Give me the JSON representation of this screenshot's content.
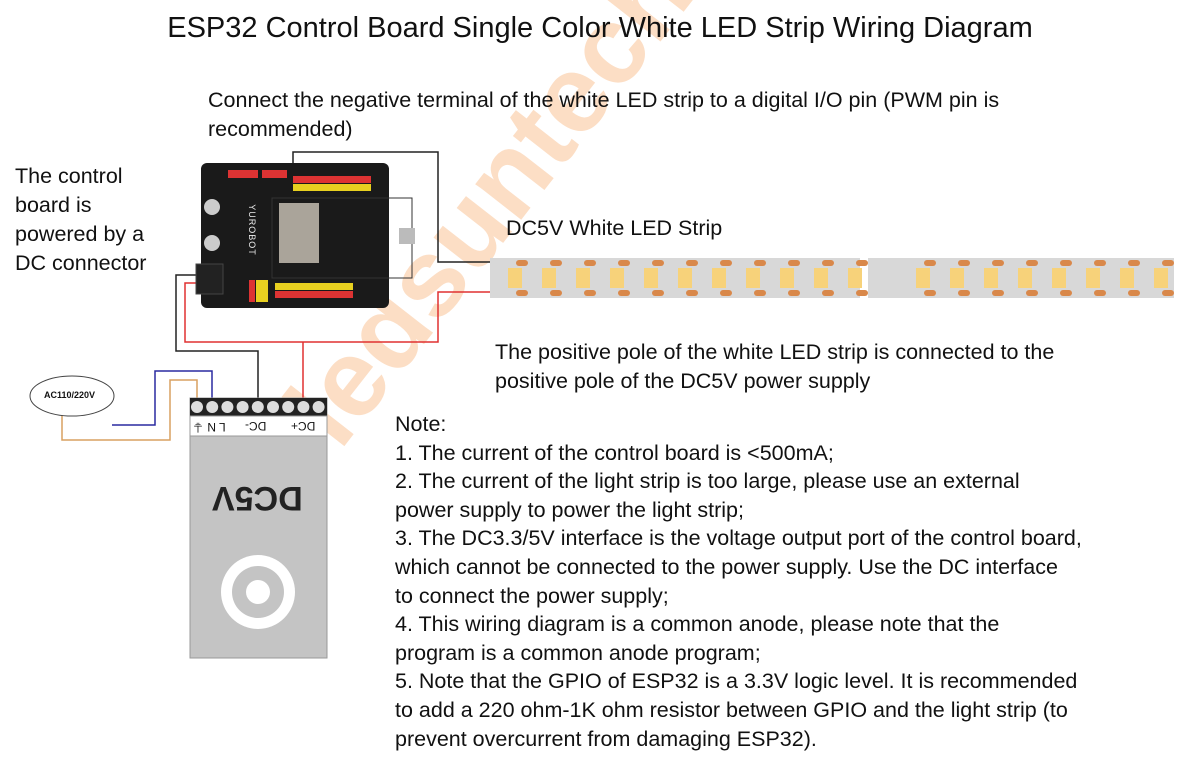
{
  "title": "ESP32 Control Board Single Color White LED Strip Wiring Diagram",
  "labels": {
    "negative_l1": "Connect the negative terminal of the white LED strip to a digital I/O pin (PWM pin is",
    "negative_l2": "recommended)",
    "power_l1": "The control",
    "power_l2": "board is",
    "power_l3": "powered by a",
    "power_l4": "DC connector",
    "strip": "DC5V White LED Strip",
    "positive_l1": "The positive pole of the white LED strip is connected to the",
    "positive_l2": "positive pole of the DC5V power supply",
    "ac": "AC110/220V",
    "psu_name": "DC5V",
    "term_lnground": "L N ⏚",
    "term_dcminus": "DC-",
    "term_dcplus": "DC+",
    "board_brand": "YUROBOT"
  },
  "notes": [
    "Note:",
    "1. The current of the control board is <500mA;",
    "2. The current of the light strip is too large, please use an external",
    "power supply to power the light strip;",
    "3. The DC3.3/5V interface is the voltage output port of the control board,",
    "which cannot be connected to the power supply. Use the DC interface",
    "to connect the power supply;",
    "4. This wiring diagram is a common anode, please note that the",
    "program is a common anode program;",
    "5. Note that the GPIO of ESP32 is a 3.3V logic level. It is recommended",
    "to add a 220 ohm-1K ohm resistor between GPIO and the light strip (to",
    "prevent overcurrent from damaging ESP32)."
  ],
  "watermark": "ledsuntech.com",
  "colors": {
    "wire_black": "#222222",
    "wire_red": "#e03030",
    "wire_blue": "#2a2aa0",
    "wire_orange": "#d9a060",
    "board": "#1a1a1a",
    "strip": "#d8d8d8",
    "led": "#f7d27a"
  }
}
